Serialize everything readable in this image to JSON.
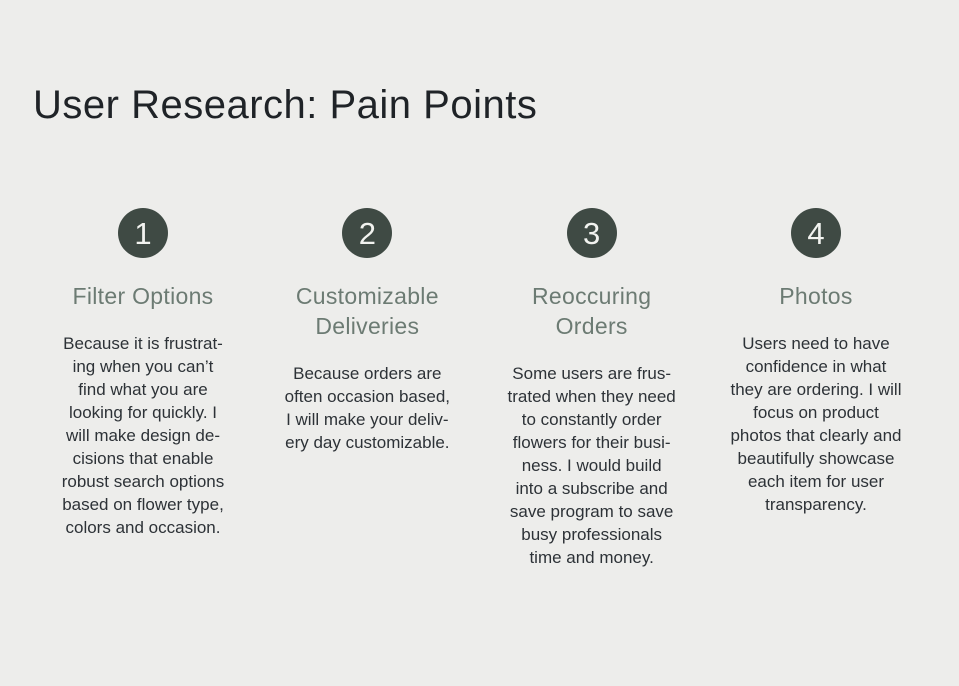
{
  "page": {
    "title": "User Research: Pain Points",
    "background_color": "#EDEDEB",
    "title_color": "#1F2327"
  },
  "theme": {
    "circle_color": "#3F4A44",
    "circle_number_color": "#F2F3F0",
    "heading_color": "#6C7B73",
    "body_color": "#2D3237"
  },
  "columns": [
    {
      "number": "1",
      "heading": "Filter Options",
      "body": "Because it is frustrat-\ning when you can’t\nfind what you are\nlooking for quickly. I\nwill make design de-\ncisions that enable\nrobust search options\nbased on flower type,\ncolors and occasion."
    },
    {
      "number": "2",
      "heading": "Customizable\nDeliveries",
      "body": "Because orders are\noften occasion based,\nI will make your deliv-\nery day customizable."
    },
    {
      "number": "3",
      "heading": "Reoccuring\nOrders",
      "body": "Some users are frus-\ntrated when they need\nto constantly order\nflowers for their busi-\nness. I would build\ninto a subscribe and\nsave program to save\nbusy professionals\ntime and money."
    },
    {
      "number": "4",
      "heading": "Photos",
      "body": "Users need to have\nconfidence in what\nthey are ordering. I will\nfocus on product\nphotos that clearly and\nbeautifully showcase\neach item for user\ntransparency."
    }
  ]
}
